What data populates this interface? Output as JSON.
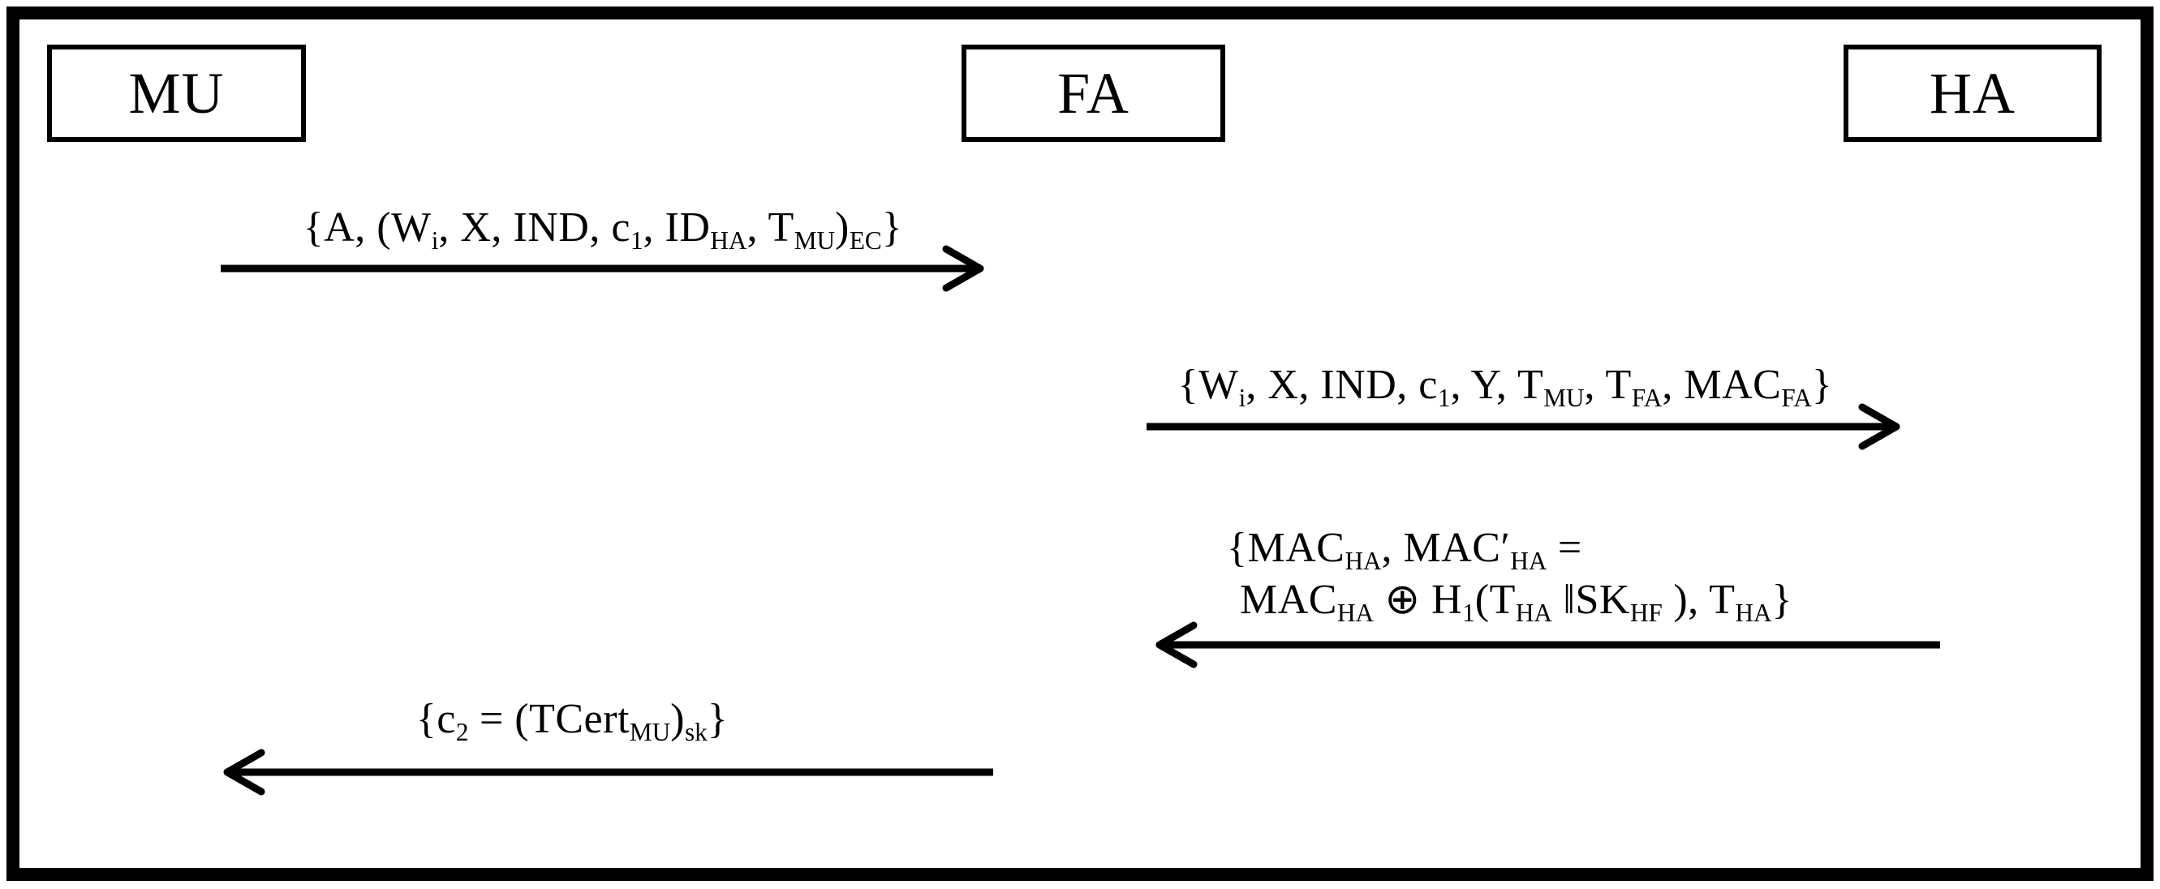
{
  "diagram": {
    "entities": [
      {
        "label": "MU"
      },
      {
        "label": "FA"
      },
      {
        "label": "HA"
      }
    ],
    "messages": [
      {
        "from": "MU",
        "to": "FA",
        "direction": "right",
        "lines": [
          [
            [
              "t",
              "{A, (W"
            ],
            [
              "s",
              "i"
            ],
            [
              "t",
              ", X, IND, c"
            ],
            [
              "s",
              "1"
            ],
            [
              "t",
              ", ID"
            ],
            [
              "s",
              "HA"
            ],
            [
              "t",
              ", T"
            ],
            [
              "s",
              "MU"
            ],
            [
              "t",
              ")"
            ],
            [
              "s",
              "EC"
            ],
            [
              "t",
              "}"
            ]
          ]
        ]
      },
      {
        "from": "FA",
        "to": "HA",
        "direction": "right",
        "lines": [
          [
            [
              "t",
              "{W"
            ],
            [
              "s",
              "i"
            ],
            [
              "t",
              ", X, IND, c"
            ],
            [
              "s",
              "1"
            ],
            [
              "t",
              ", Y, T"
            ],
            [
              "s",
              "MU"
            ],
            [
              "t",
              ", T"
            ],
            [
              "s",
              "FA"
            ],
            [
              "t",
              ", MAC"
            ],
            [
              "s",
              "FA"
            ],
            [
              "t",
              "}"
            ]
          ]
        ]
      },
      {
        "from": "HA",
        "to": "FA",
        "direction": "left",
        "lines": [
          [
            [
              "t",
              "{MAC"
            ],
            [
              "s",
              "HA"
            ],
            [
              "t",
              ", MAC′"
            ],
            [
              "s",
              "HA"
            ],
            [
              "t",
              " ="
            ]
          ],
          [
            [
              "t",
              "MAC"
            ],
            [
              "s",
              "HA"
            ],
            [
              "t",
              " ⊕ H"
            ],
            [
              "s",
              "1"
            ],
            [
              "t",
              "(T"
            ],
            [
              "s",
              "HA"
            ],
            [
              "t",
              " ‖SK"
            ],
            [
              "s",
              "HF"
            ],
            [
              "t",
              " ), T"
            ],
            [
              "s",
              "HA"
            ],
            [
              "t",
              "}"
            ]
          ]
        ]
      },
      {
        "from": "FA",
        "to": "MU",
        "direction": "left",
        "lines": [
          [
            [
              "t",
              "{c"
            ],
            [
              "s",
              "2"
            ],
            [
              "t",
              " = (TCert"
            ],
            [
              "s",
              "MU"
            ],
            [
              "t",
              ")"
            ],
            [
              "s",
              "sk"
            ],
            [
              "t",
              "}"
            ]
          ]
        ]
      }
    ],
    "colors": {
      "ink": "#000000",
      "background": "#ffffff"
    }
  }
}
